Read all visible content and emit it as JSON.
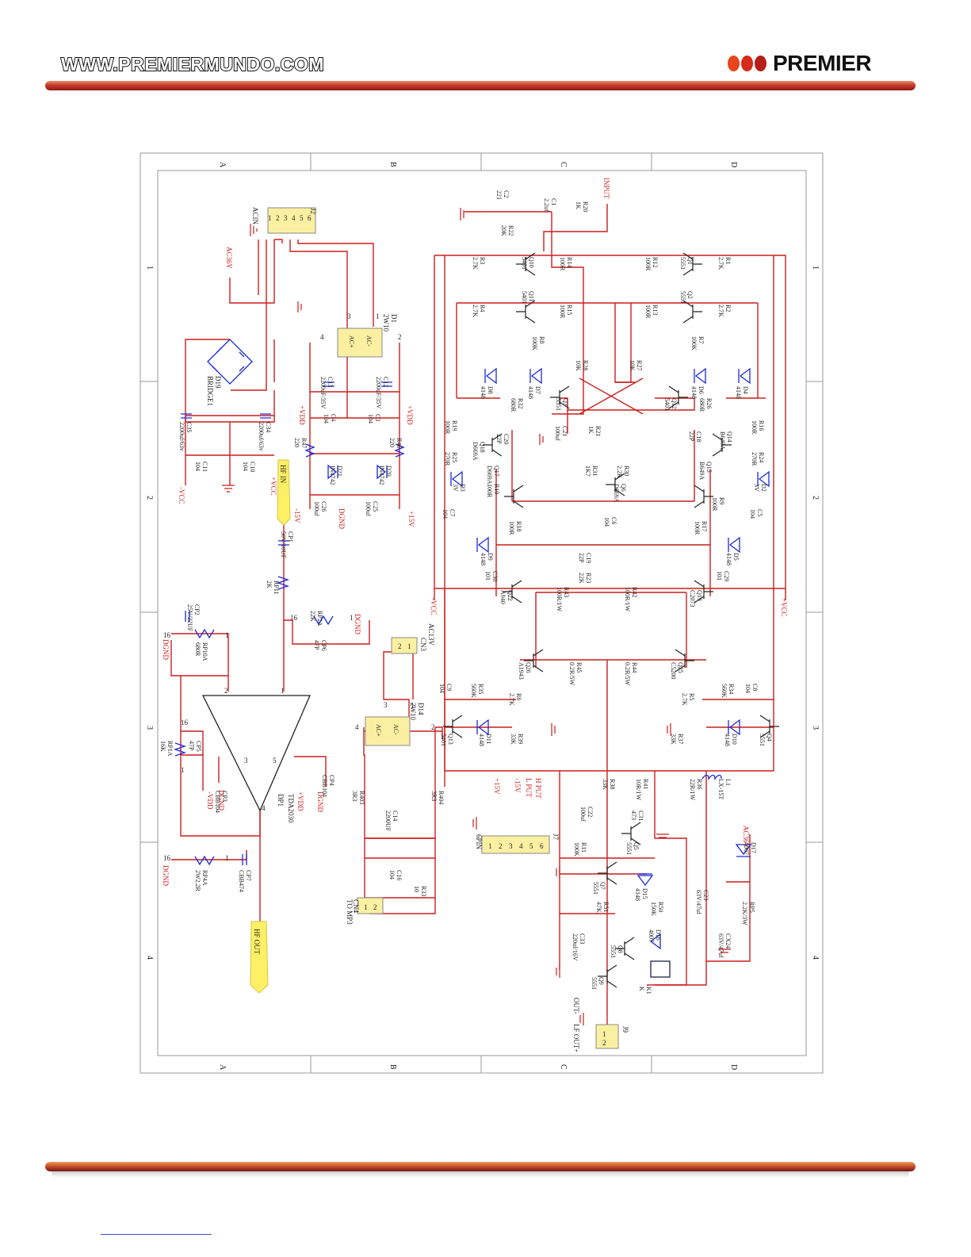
{
  "header": {
    "website": "WWW.PREMIERMUNDO.COM",
    "brand": "PREMIER",
    "brand_dot_colors": [
      "#e8461f",
      "#d62a1a",
      "#b51f18"
    ]
  },
  "colors": {
    "wire": "#cc1e1e",
    "component": "#1c2bd4",
    "ink": "#222222",
    "ic_fill": "#fbf0a2",
    "frame": "#9a9a9a"
  },
  "schematic": {
    "grid": {
      "rows": [
        "A",
        "B",
        "C",
        "D"
      ],
      "cols": [
        "1",
        "2",
        "3",
        "4"
      ]
    },
    "connectors": {
      "j2": [
        "J2",
        "ACIN",
        "6",
        "5",
        "4",
        "3",
        "2",
        "1"
      ],
      "cn3": [
        "CN3",
        "AC13V",
        "2",
        "1"
      ],
      "cn4": [
        "CN4",
        "TO MP3",
        "1",
        "2"
      ],
      "j7": [
        "J7",
        "6PIN",
        "6",
        "5",
        "4",
        "3",
        "2",
        "1"
      ],
      "j9": [
        "J9",
        "1",
        "2"
      ]
    },
    "nets": {
      "ac36v": "AC36V",
      "ac36v_2": "AC36V",
      "vdd": "+VDD",
      "vdd_2": "+VDD",
      "neg15": "-15V",
      "pos15": "+15V",
      "vcc_left": "-VCC",
      "vcc_left2": "-VCC",
      "vcc_right": "+VCC",
      "vcc_top": "+VCC",
      "input": "INPUT",
      "dgnd1": "DGND",
      "dgnd2": "DGND",
      "dgnd3": "DGND",
      "dgnd4": "DGND",
      "dgnd5": "DGND",
      "dgnd6": "DGND",
      "vdd_dp": "+VDD",
      "nvdd_dp": "-VDD",
      "j7_pos15": "+15V",
      "j7_neg15": "-15V",
      "j7_hput": "H PUT",
      "j7_lput": "L PUT",
      "out_minus": "OUT-",
      "lf_out": "LF OUT+"
    },
    "flags": {
      "hf_in": "HF IN",
      "hf_out": "HF OUT"
    },
    "bridges": {
      "d19": [
        "D19",
        "BRIDGE1"
      ],
      "d1": [
        "D1",
        "2W10"
      ],
      "d14": [
        "D14",
        "2W10"
      ]
    },
    "ic": {
      "ref": "DP1",
      "part": "TDA2030"
    },
    "pins": [
      "1",
      "2",
      "3",
      "4",
      "5",
      "16",
      "1",
      "16",
      "1",
      "16",
      "1",
      "16",
      "1",
      "4",
      "3",
      "1",
      "2",
      "4",
      "3",
      "1",
      "2"
    ],
    "bridge_pins": {
      "ac_plus": "AC+",
      "ac_minus": "AC-"
    },
    "components": [
      [
        "C35",
        "2200uf/63v"
      ],
      [
        "C34",
        "2200uf/63v"
      ],
      [
        "C11",
        "104"
      ],
      [
        "C10",
        "104"
      ],
      [
        "C13",
        "2200uF/35V"
      ],
      [
        "C12",
        "2200uF/35V"
      ],
      [
        "C4",
        "104"
      ],
      [
        "C3",
        "104"
      ],
      [
        "R47",
        "220"
      ],
      [
        "R46",
        "220"
      ],
      [
        "D21",
        "IN4742"
      ],
      [
        "D20",
        "IN4742"
      ],
      [
        "C26",
        "100uf"
      ],
      [
        "C25",
        "100uf"
      ],
      [
        "CP1",
        "50V/10UF"
      ],
      [
        "RP11",
        "2K"
      ],
      [
        "RP2A",
        "22K"
      ],
      [
        "CP6",
        "47P"
      ],
      [
        "CP2",
        "25V/22UF"
      ],
      [
        "RP10A",
        "680R"
      ],
      [
        "RP1A",
        "16K"
      ],
      [
        "CP5",
        "47P"
      ],
      [
        "CP3",
        "CBB104"
      ],
      [
        "CP4",
        "CBB104"
      ],
      [
        "RP4A",
        "2W2.2R"
      ],
      [
        "CP7",
        "CBB474"
      ],
      [
        "R403",
        "3R3"
      ],
      [
        "R404",
        "3R3"
      ],
      [
        "C14",
        "2200UF"
      ],
      [
        "C16",
        "104"
      ],
      [
        "R33",
        "10"
      ],
      [
        "C2",
        "221"
      ],
      [
        "C1",
        "2.2uf"
      ],
      [
        "R20",
        "1K"
      ],
      [
        "R22",
        "20K"
      ],
      [
        "R3",
        "2.7K"
      ],
      [
        "Q10",
        "5401"
      ],
      [
        "R14",
        "100R"
      ],
      [
        "R4",
        "2.7K"
      ],
      [
        "Q11",
        "5401"
      ],
      [
        "R15",
        "100R"
      ],
      [
        "R8",
        "100K"
      ],
      [
        "R28",
        "10K"
      ],
      [
        "D8",
        "4148"
      ],
      [
        "D7",
        "4148"
      ],
      [
        "R32",
        "680R"
      ],
      [
        "Q3",
        "5551"
      ],
      [
        "R12",
        "100R"
      ],
      [
        "Q1",
        "5551"
      ],
      [
        "R1",
        "2.7K"
      ],
      [
        "R13",
        "100R"
      ],
      [
        "Q2",
        "5551"
      ],
      [
        "R2",
        "2.7K"
      ],
      [
        "R7",
        "100K"
      ],
      [
        "R27",
        "10K"
      ],
      [
        "D6",
        "4148"
      ],
      [
        "D4",
        "4148"
      ],
      [
        "R26",
        "680R"
      ],
      [
        "Q12",
        "5401"
      ],
      [
        "R19",
        "100R"
      ],
      [
        "C20",
        "22P"
      ],
      [
        "Q18",
        "D669A"
      ],
      [
        "R25",
        "270R"
      ],
      [
        "C21",
        "100uf"
      ],
      [
        "R21",
        "1K"
      ],
      [
        "Q17",
        "D669A"
      ],
      [
        "R10",
        "100R"
      ],
      [
        "D3",
        "3V"
      ],
      [
        "C7",
        "104"
      ],
      [
        "R18",
        "100R"
      ],
      [
        "R31",
        "1K7"
      ],
      [
        "R30",
        "2.2K"
      ],
      [
        "Q6",
        "D669A"
      ],
      [
        "C6",
        "104"
      ],
      [
        "C18",
        "22P"
      ],
      [
        "R16",
        "100R"
      ],
      [
        "Q14",
        "B649A"
      ],
      [
        "R24",
        "270R"
      ],
      [
        "Q15",
        "B649A"
      ],
      [
        "R9",
        "100R"
      ],
      [
        "D2",
        "3V"
      ],
      [
        "C5",
        "104"
      ],
      [
        "R17",
        "100R"
      ],
      [
        "D9",
        "4148"
      ],
      [
        "C30",
        "101"
      ],
      [
        "C19",
        "22P"
      ],
      [
        "R23",
        "22K"
      ],
      [
        "D5",
        "4148"
      ],
      [
        "C29",
        "101"
      ],
      [
        "Q22",
        "A940"
      ],
      [
        "R43",
        "100R/1W"
      ],
      [
        "R42",
        "100R/1W"
      ],
      [
        "Q19",
        "C2073"
      ],
      [
        "Q26",
        "A1943"
      ],
      [
        "R45",
        "0.2R/5W"
      ],
      [
        "R44",
        "0.2R/5W"
      ],
      [
        "Q25",
        "C5200"
      ],
      [
        "C9",
        "104"
      ],
      [
        "R35",
        "560K"
      ],
      [
        "R6",
        "2.7K"
      ],
      [
        "R34",
        "560K"
      ],
      [
        "R5",
        "2.7K"
      ],
      [
        "C8",
        "104"
      ],
      [
        "Q13",
        "5401"
      ],
      [
        "D11",
        "4148"
      ],
      [
        "R39",
        "33K"
      ],
      [
        "R37",
        "33K"
      ],
      [
        "D10",
        "4148"
      ],
      [
        "Q4",
        "5551"
      ],
      [
        "R38",
        "33K"
      ],
      [
        "R41",
        "10R/1W"
      ],
      [
        "R36",
        "22R/1W"
      ],
      [
        "L1",
        "LX-15T"
      ],
      [
        "C22",
        "100uf"
      ],
      [
        "C31",
        "473"
      ],
      [
        "R11",
        "100K"
      ],
      [
        "Q5",
        "5551"
      ],
      [
        "Q7",
        "5551"
      ],
      [
        "D15",
        "4148"
      ],
      [
        "R51",
        "47K"
      ],
      [
        "R50",
        "150K"
      ],
      [
        "C23",
        "63V/47uf"
      ],
      [
        "D17",
        "4007"
      ],
      [
        "RP5",
        "2.2K/3W"
      ],
      [
        "CX24",
        "63V/47uf"
      ],
      [
        "C33",
        "220uf/16V"
      ],
      [
        "Q8",
        "5551"
      ],
      [
        "D16",
        "4007"
      ],
      [
        "Q9",
        "5551"
      ],
      [
        "K1",
        "K"
      ]
    ]
  }
}
